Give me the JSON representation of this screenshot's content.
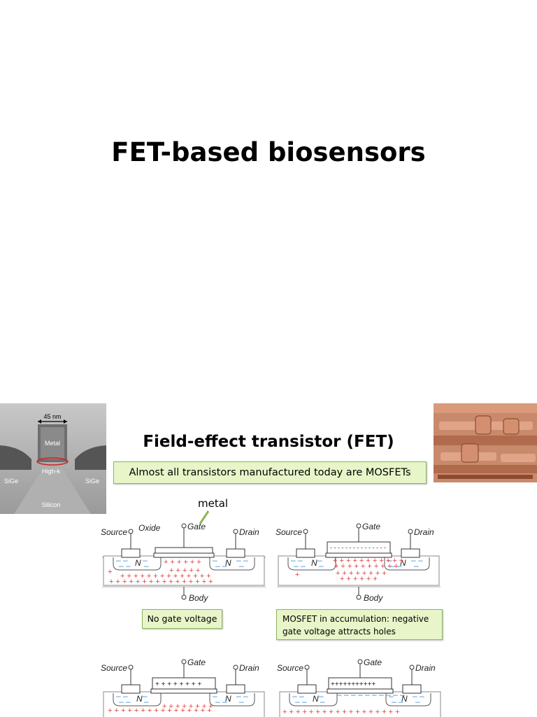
{
  "slide1": {
    "title": "FET-based biosensors"
  },
  "slide2": {
    "title": "Field-effect transistor (FET)",
    "callout": "Almost all transistors manufactured today are MOSFETs",
    "metal_annotation": "metal",
    "tem_image": {
      "scale_label": "45 nm",
      "labels": [
        "Metal",
        "High-k",
        "SiGe",
        "SiGe",
        "Silicon"
      ]
    },
    "diagrams": [
      {
        "terminals": {
          "source": "Source",
          "gate": "Gate",
          "drain": "Drain",
          "body": "Body",
          "oxide": "Oxide"
        },
        "n_label": "N",
        "caption": "No gate voltage"
      },
      {
        "terminals": {
          "source": "Source",
          "gate": "Gate",
          "drain": "Drain",
          "body": "Body"
        },
        "n_label": "N",
        "caption": "MOSFET in accumulation: negative gate voltage attracts holes"
      },
      {
        "terminals": {
          "source": "Source",
          "gate": "Gate",
          "drain": "Drain"
        },
        "n_label": "N",
        "gate_charge": "+ + + + + + + +"
      },
      {
        "terminals": {
          "source": "Source",
          "gate": "Gate",
          "drain": "Drain"
        },
        "n_label": "N",
        "gate_charge": "+++++++++++"
      }
    ]
  },
  "colors": {
    "callout_fill": "#e8f5c8",
    "callout_border": "#8db35a",
    "hole_plus": "#e04040",
    "electron_minus": "#3a8fd8"
  }
}
